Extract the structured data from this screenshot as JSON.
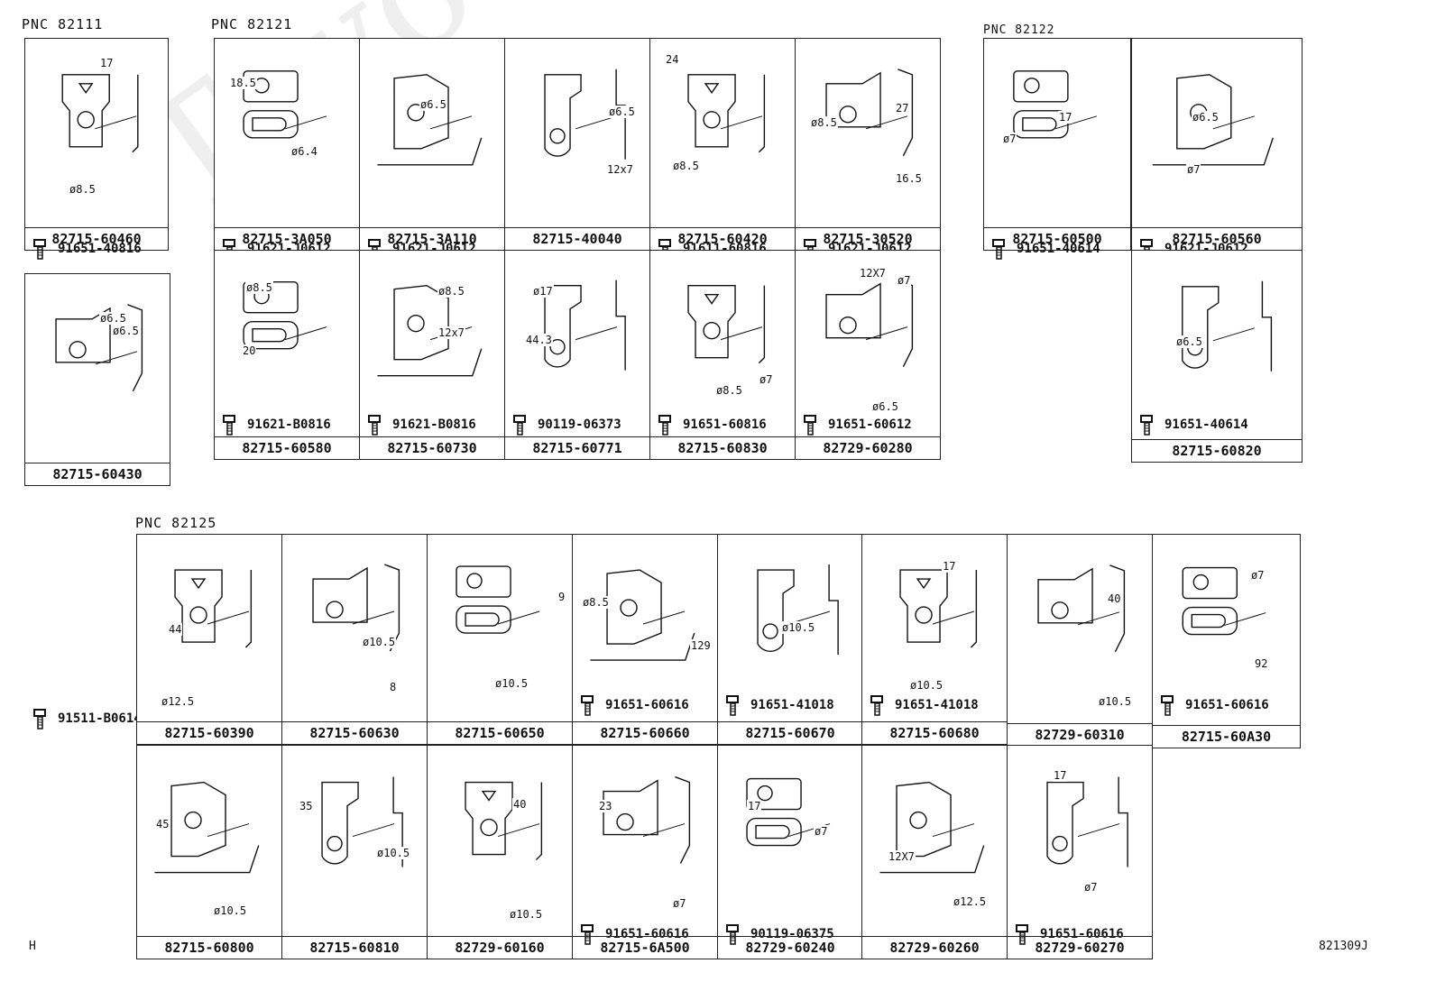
{
  "watermark": "ToyotaCarMine.ru",
  "groups": [
    {
      "label": "PNC 82111"
    },
    {
      "label": "PNC 82121"
    },
    {
      "label": "PNC 82122"
    },
    {
      "label": "PNC 82125"
    }
  ],
  "cells": [
    {
      "part": "82715-60460",
      "bolt": "91651-40816"
    },
    {
      "part": "82715-60430",
      "bolt": "91511-B0614"
    },
    {
      "part": "82715-3A050",
      "bolt": "91621-J0612"
    },
    {
      "part": "82715-3A110",
      "bolt": "91621-J0612"
    },
    {
      "part": "82715-40040",
      "bolt": ""
    },
    {
      "part": "82715-60420",
      "bolt": "91611-60816"
    },
    {
      "part": "82715-30520",
      "bolt": "91621-J0612"
    },
    {
      "part": "82715-60580",
      "bolt": "91621-B0816"
    },
    {
      "part": "82715-60730",
      "bolt": "91621-B0816"
    },
    {
      "part": "82715-60771",
      "bolt": "90119-06373"
    },
    {
      "part": "82715-60830",
      "bolt": "91651-60816"
    },
    {
      "part": "82729-60280",
      "bolt": "91651-60612"
    },
    {
      "part": "82715-60500",
      "bolt": "91651-40614"
    },
    {
      "part": "82715-60560",
      "bolt": "91621-J0612"
    },
    {
      "part": "82715-60820",
      "bolt": "91651-40614"
    },
    {
      "part": "82715-60390",
      "bolt": ""
    },
    {
      "part": "82715-60630",
      "bolt": ""
    },
    {
      "part": "82715-60650",
      "bolt": ""
    },
    {
      "part": "82715-60660",
      "bolt": "91651-60616"
    },
    {
      "part": "82715-60670",
      "bolt": "91651-41018"
    },
    {
      "part": "82715-60680",
      "bolt": "91651-41018"
    },
    {
      "part": "82729-60310",
      "bolt": ""
    },
    {
      "part": "82715-60A30",
      "bolt": "91651-60616"
    },
    {
      "part": "82715-60800",
      "bolt": ""
    },
    {
      "part": "82715-60810",
      "bolt": ""
    },
    {
      "part": "82729-60160",
      "bolt": ""
    },
    {
      "part": "82715-6A500",
      "bolt": "91651-60616"
    },
    {
      "part": "82729-60240",
      "bolt": "90119-06375"
    },
    {
      "part": "82729-60260",
      "bolt": ""
    },
    {
      "part": "82729-60270",
      "bolt": "91651-60616"
    }
  ],
  "dims": [
    {
      "text": "17"
    },
    {
      "text": "ø8.5"
    },
    {
      "text": "ø6.5"
    },
    {
      "text": "ø6.5"
    },
    {
      "text": "18.5"
    },
    {
      "text": "ø6.4"
    },
    {
      "text": "ø6.5"
    },
    {
      "text": "ø6.5"
    },
    {
      "text": "12x7"
    },
    {
      "text": "24"
    },
    {
      "text": "ø8.5"
    },
    {
      "text": "ø8.5"
    },
    {
      "text": "27"
    },
    {
      "text": "16.5"
    },
    {
      "text": "ø8.5"
    },
    {
      "text": "20"
    },
    {
      "text": "ø8.5"
    },
    {
      "text": "12x7"
    },
    {
      "text": "ø17"
    },
    {
      "text": "44.3"
    },
    {
      "text": "ø8.5"
    },
    {
      "text": "ø7"
    },
    {
      "text": "12X7"
    },
    {
      "text": "ø7"
    },
    {
      "text": "ø6.5"
    },
    {
      "text": "17"
    },
    {
      "text": "ø7"
    },
    {
      "text": "ø6.5"
    },
    {
      "text": "ø7"
    },
    {
      "text": "ø6.5"
    },
    {
      "text": "44"
    },
    {
      "text": "ø12.5"
    },
    {
      "text": "ø10.5"
    },
    {
      "text": "8"
    },
    {
      "text": "9"
    },
    {
      "text": "ø10.5"
    },
    {
      "text": "ø8.5"
    },
    {
      "text": "129"
    },
    {
      "text": "ø10.5"
    },
    {
      "text": "17"
    },
    {
      "text": "ø10.5"
    },
    {
      "text": "40"
    },
    {
      "text": "ø10.5"
    },
    {
      "text": "ø7"
    },
    {
      "text": "92"
    },
    {
      "text": "45"
    },
    {
      "text": "ø10.5"
    },
    {
      "text": "35"
    },
    {
      "text": "ø10.5"
    },
    {
      "text": "40"
    },
    {
      "text": "ø10.5"
    },
    {
      "text": "23"
    },
    {
      "text": "ø7"
    },
    {
      "text": "17"
    },
    {
      "text": "ø7"
    },
    {
      "text": "12X7"
    },
    {
      "text": "ø12.5"
    },
    {
      "text": "17"
    },
    {
      "text": "ø7"
    }
  ],
  "corner_left": "H",
  "corner_right": "821309J"
}
